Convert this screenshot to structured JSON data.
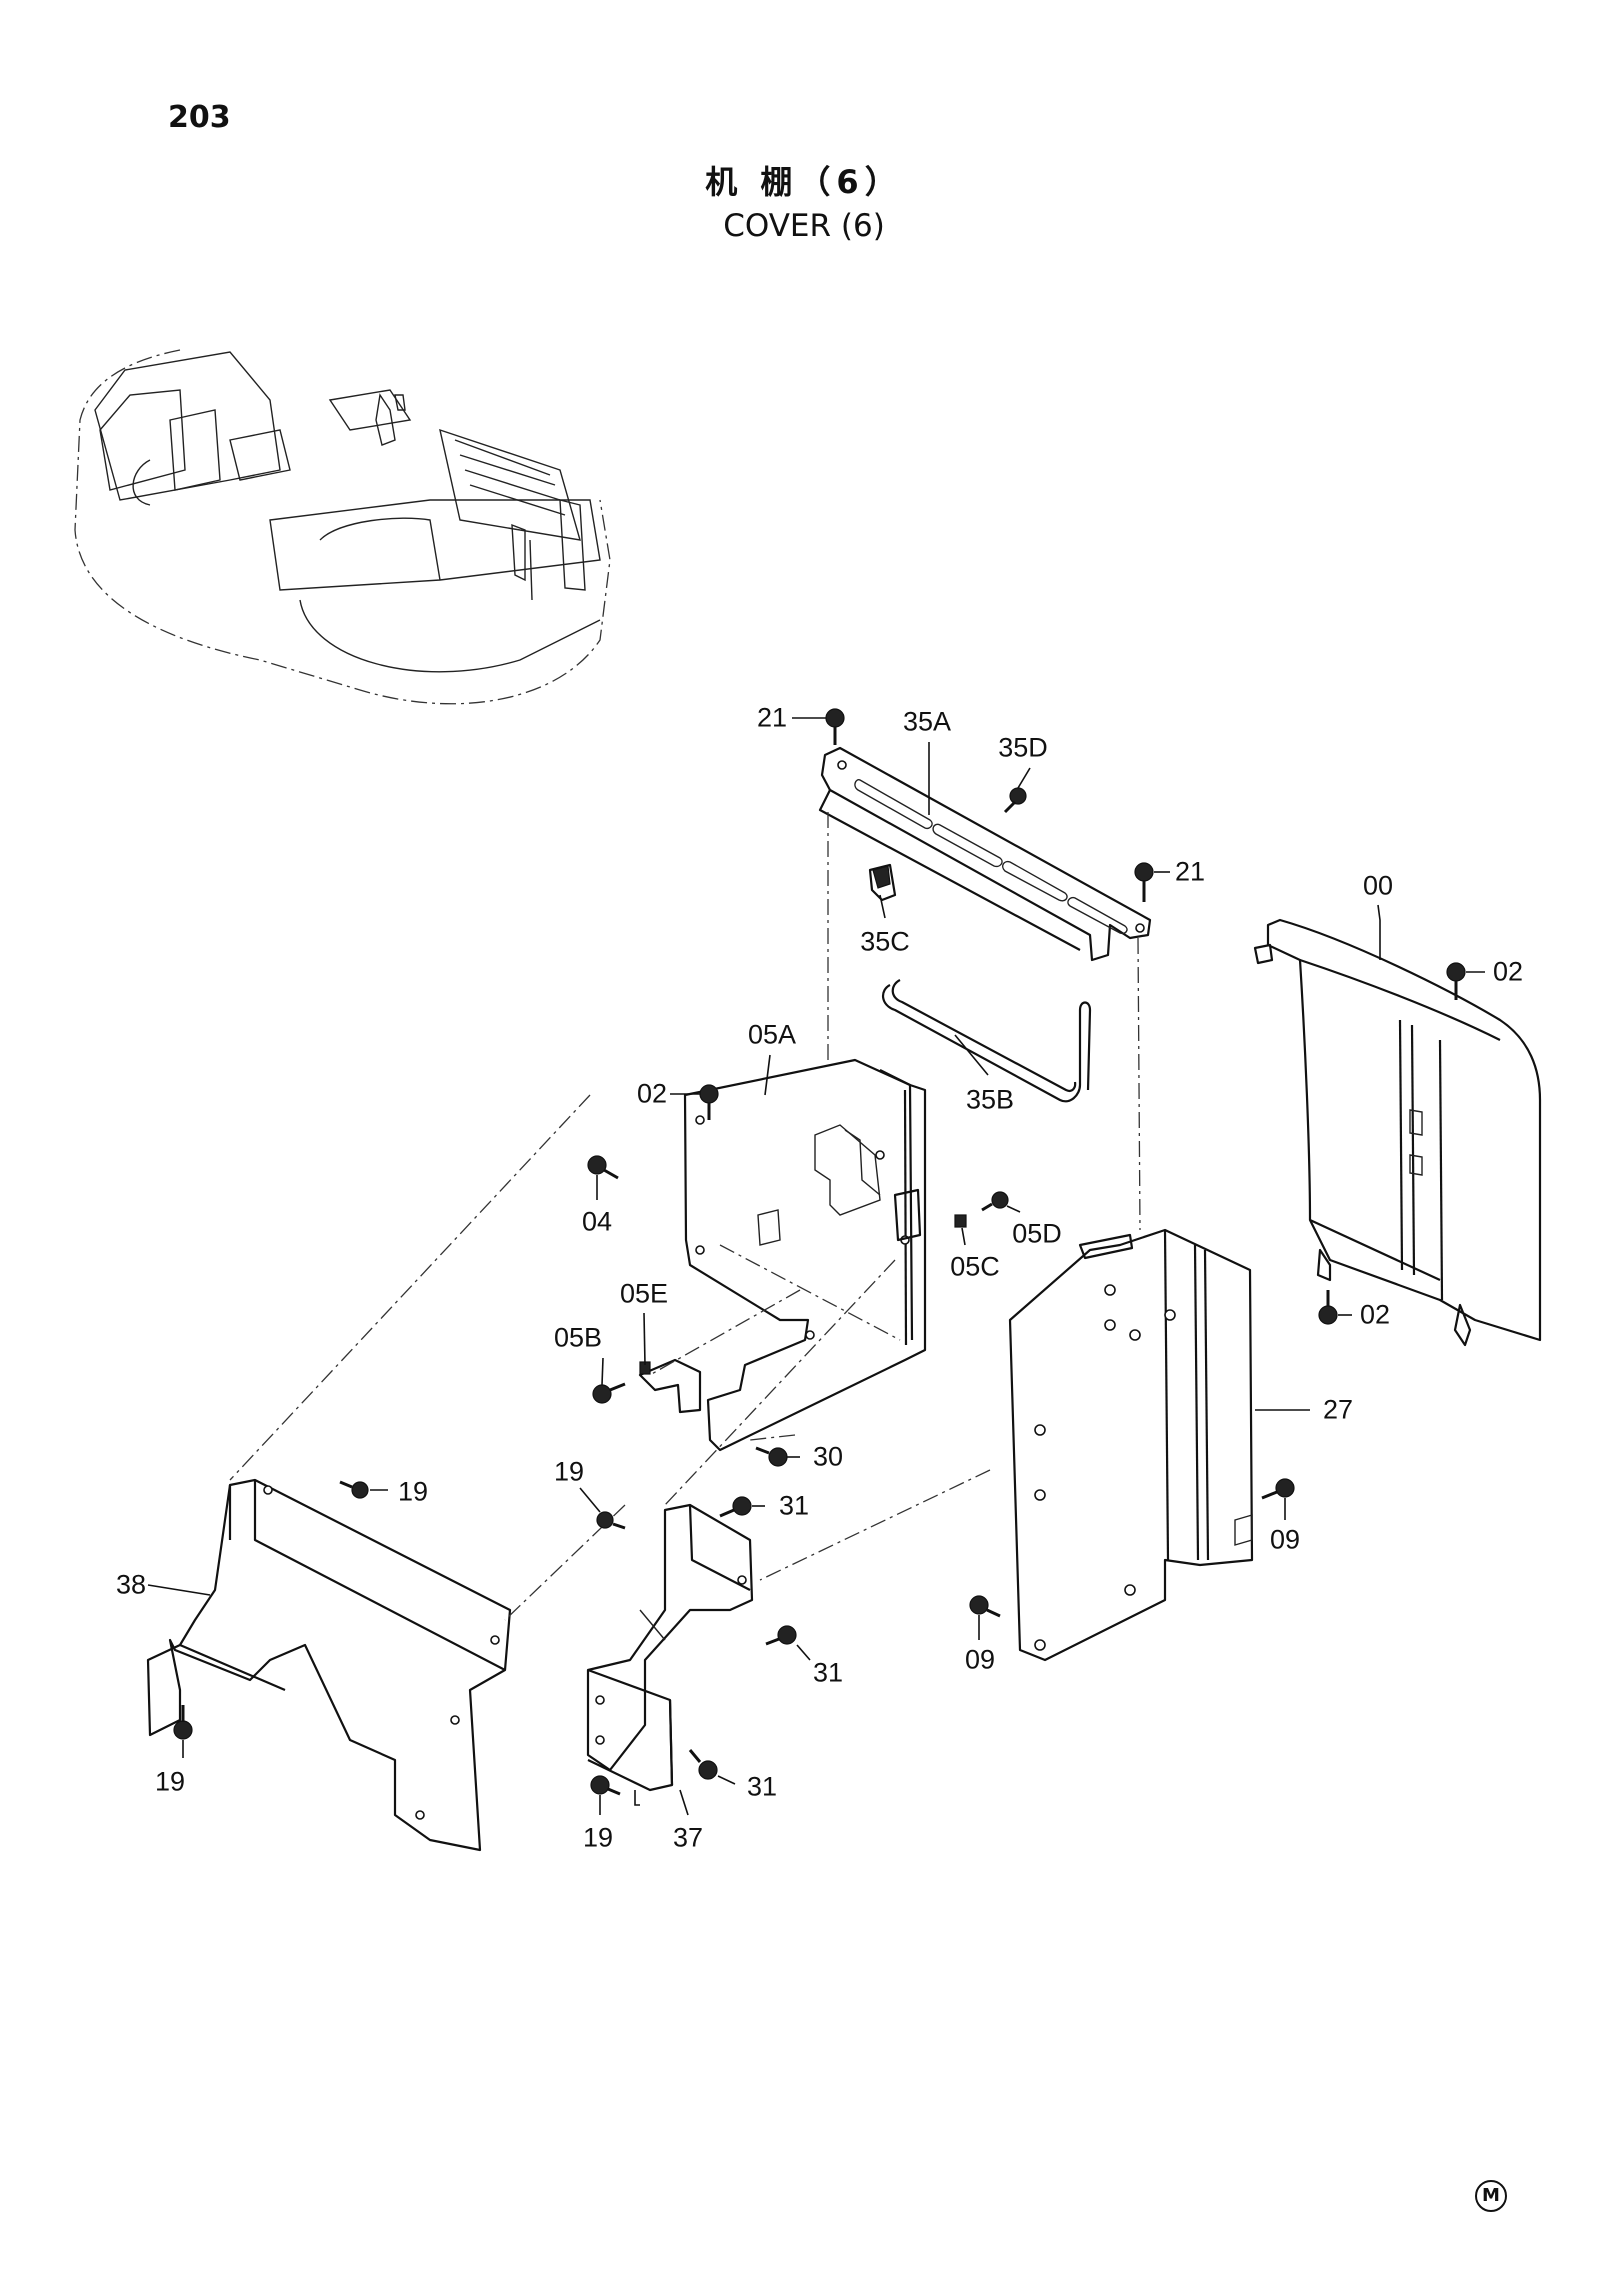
{
  "page_number": "203",
  "title_cn": "机 棚（6）",
  "title_en": "COVER (6)",
  "corner_mark": "M",
  "labels": [
    {
      "id": "lbl-21-top",
      "text": "21"
    },
    {
      "id": "lbl-35a",
      "text": "35A"
    },
    {
      "id": "lbl-35d",
      "text": "35D"
    },
    {
      "id": "lbl-21-right",
      "text": "21"
    },
    {
      "id": "lbl-35c",
      "text": "35C"
    },
    {
      "id": "lbl-00",
      "text": "00"
    },
    {
      "id": "lbl-02-topright",
      "text": "02"
    },
    {
      "id": "lbl-35b",
      "text": "35B"
    },
    {
      "id": "lbl-05a",
      "text": "05A"
    },
    {
      "id": "lbl-02-mid",
      "text": "02"
    },
    {
      "id": "lbl-04",
      "text": "04"
    },
    {
      "id": "lbl-05d",
      "text": "05D"
    },
    {
      "id": "lbl-05c",
      "text": "05C"
    },
    {
      "id": "lbl-02-lowright",
      "text": "02"
    },
    {
      "id": "lbl-05e",
      "text": "05E"
    },
    {
      "id": "lbl-05b",
      "text": "05B"
    },
    {
      "id": "lbl-27",
      "text": "27"
    },
    {
      "id": "lbl-30",
      "text": "30"
    },
    {
      "id": "lbl-19-a",
      "text": "19"
    },
    {
      "id": "lbl-19-b",
      "text": "19"
    },
    {
      "id": "lbl-31-a",
      "text": "31"
    },
    {
      "id": "lbl-09-a",
      "text": "09"
    },
    {
      "id": "lbl-38",
      "text": "38"
    },
    {
      "id": "lbl-31-b",
      "text": "31"
    },
    {
      "id": "lbl-09-b",
      "text": "09"
    },
    {
      "id": "lbl-19-c",
      "text": "19"
    },
    {
      "id": "lbl-31-c",
      "text": "31"
    },
    {
      "id": "lbl-19-d",
      "text": "19"
    },
    {
      "id": "lbl-37",
      "text": "37"
    }
  ]
}
